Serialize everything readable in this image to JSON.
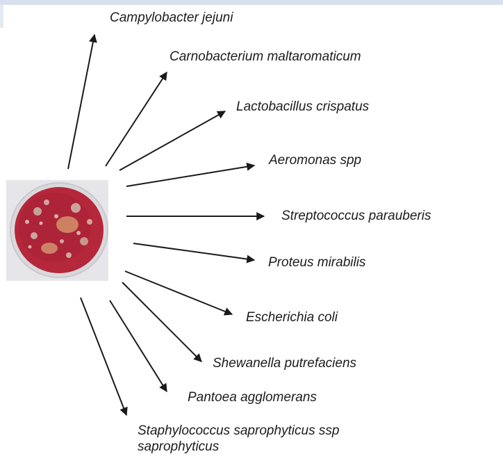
{
  "species": [
    {
      "id": "campylobacter",
      "name": "Campylobacter jejuni"
    },
    {
      "id": "carnobacterium",
      "name": "Carnobacterium maltaromaticum"
    },
    {
      "id": "lactobacillus",
      "name": "Lactobacillus crispatus"
    },
    {
      "id": "aeromonas",
      "name": "Aeromonas spp"
    },
    {
      "id": "streptococcus",
      "name": "Streptococcus parauberis"
    },
    {
      "id": "proteus",
      "name": "Proteus mirabilis"
    },
    {
      "id": "escherichia",
      "name": "Escherichia coli"
    },
    {
      "id": "shewanella",
      "name": "Shewanella putrefaciens"
    },
    {
      "id": "pantoea",
      "name": "Pantoea agglomerans"
    },
    {
      "id": "staphylococcus",
      "name": "Staphylococcus saprophyticus ssp saprophyticus"
    }
  ],
  "colors": {
    "label_text": "#1c1c1c",
    "arrow": "#1a1a1a",
    "agar": "#b5273a",
    "agar_dark": "#8e1c2d",
    "header_band": "#d6e0ee"
  }
}
